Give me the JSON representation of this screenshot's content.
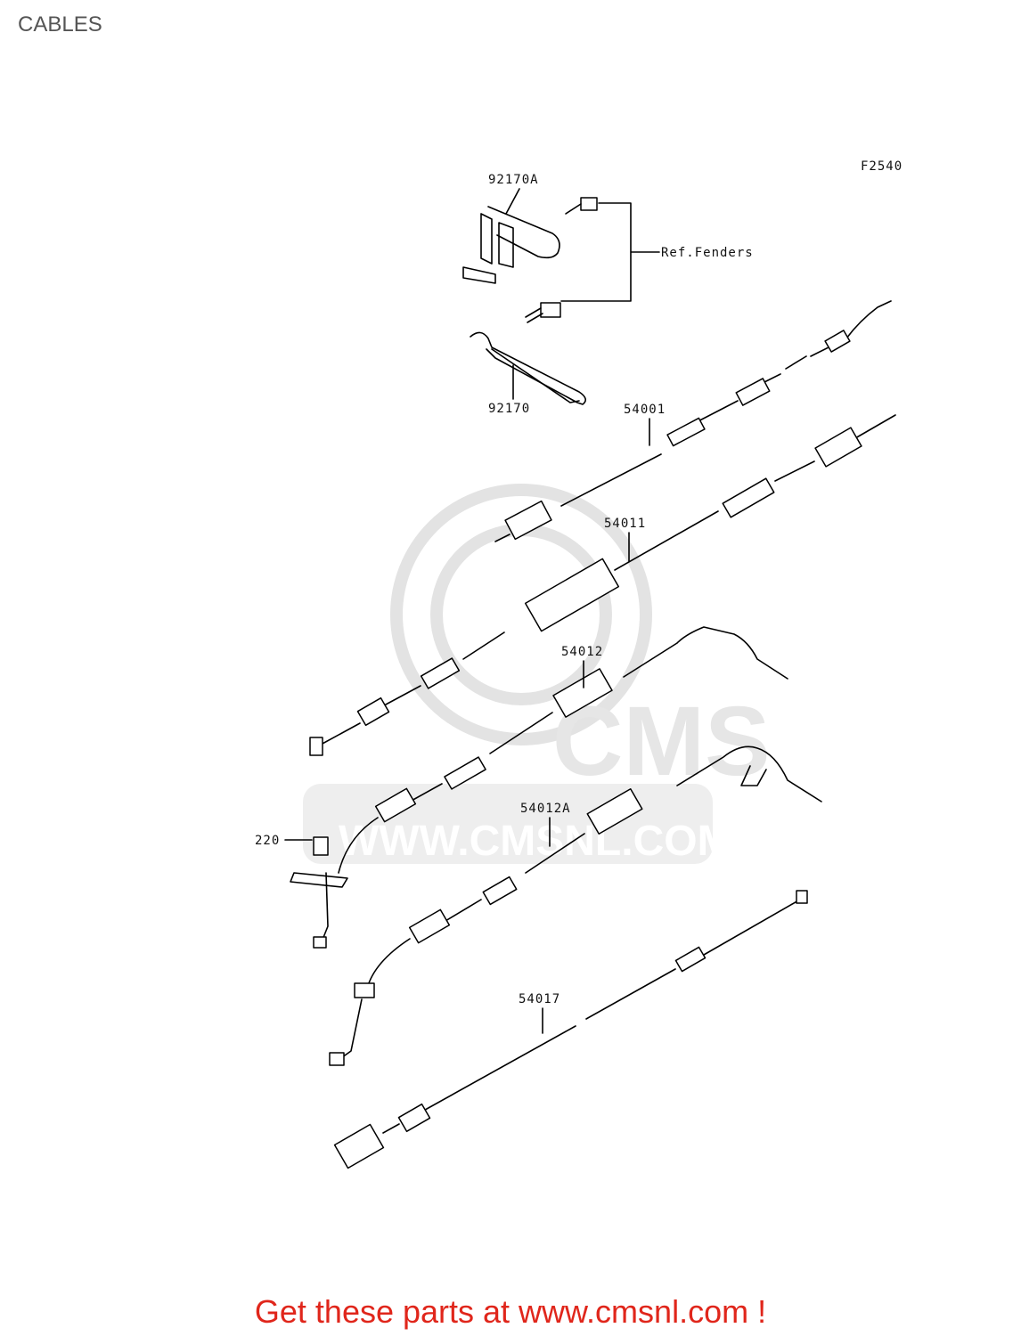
{
  "header": {
    "title": "CABLES"
  },
  "diagram": {
    "figure_code": "F2540",
    "watermark_text": "CMS",
    "watermark_url": "WWW.CMSNL.COM",
    "callouts": {
      "c92170A": "92170A",
      "refFenders": "Ref.Fenders",
      "c92170": "92170",
      "c54001": "54001",
      "c54011": "54011",
      "c54012": "54012",
      "c54012A": "54012A",
      "c220": "220",
      "c54017": "54017"
    }
  },
  "footer": {
    "cta": "Get these parts at www.cmsnl.com !"
  }
}
